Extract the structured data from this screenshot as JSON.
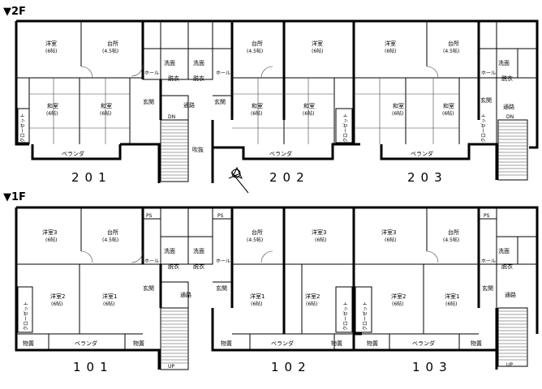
{
  "floors": {
    "second": {
      "label": "▼2F",
      "units": [
        "201",
        "202",
        "203"
      ],
      "rooms": {
        "youshitsu": "洋室",
        "six_jou": "(6帖)",
        "daidokoro": "台所",
        "four_half_jou": "(4.5帖)",
        "washitsu": "和室",
        "senmen": "洗面",
        "datsuijo": "脱衣",
        "hall": "ホール",
        "genkan": "玄関",
        "tsuuro": "通路",
        "closet": "クローゼット",
        "veranda": "ベランダ",
        "fukinuke": "吹抜",
        "dn": "DN"
      }
    },
    "first": {
      "label": "▼1F",
      "units": [
        "101",
        "102",
        "103"
      ],
      "rooms": {
        "youshitsu1": "洋室1",
        "youshitsu2": "洋室2",
        "youshitsu3": "洋室3",
        "six_jou": "(6帖)",
        "daidokoro": "台所",
        "four_half_jou": "(4.5帖)",
        "senmen": "洗面",
        "datsuijo": "脱衣",
        "hall": "ホール",
        "genkan": "玄関",
        "tsuuro": "通路",
        "closet": "クローゼット",
        "veranda": "ベランダ",
        "monooki": "物置",
        "ps": "PS",
        "up": "UP"
      }
    }
  }
}
